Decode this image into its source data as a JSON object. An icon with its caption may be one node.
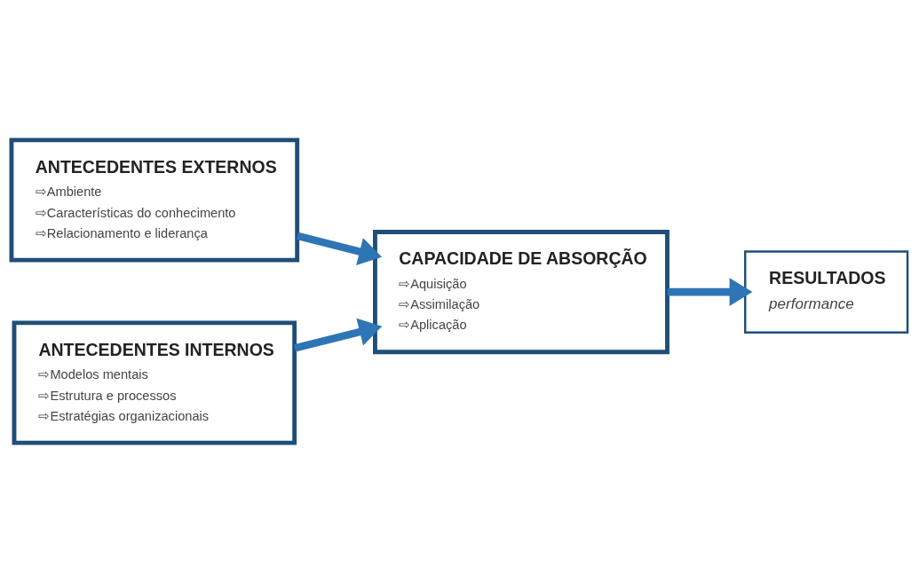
{
  "diagram": {
    "nodes": [
      {
        "text": [
          "ANTECEDENTES EXTERNOS",
          "⇨Ambiente",
          "⇨Características do conhecimento",
          "⇨Relacionamento e liderança"
        ]
      },
      {
        "text": [
          "ANTECEDENTES INTERNOS",
          "⇨Modelos mentais",
          "⇨Estrutura e processos",
          "⇨Estratégias organizacionais"
        ]
      },
      {
        "text": [
          "CAPACIDADE DE ABSORÇÃO",
          "⇨Aquisição",
          "⇨Assimilação",
          "⇨Aplicação"
        ]
      },
      {
        "text": [
          "RESULTADOS",
          "performance"
        ]
      }
    ],
    "edges": [
      {
        "from": 0,
        "to": 2,
        "arrow": "to"
      },
      {
        "from": 1,
        "to": 2,
        "arrow": "to"
      },
      {
        "from": 2,
        "to": 3,
        "arrow": "to"
      }
    ]
  }
}
